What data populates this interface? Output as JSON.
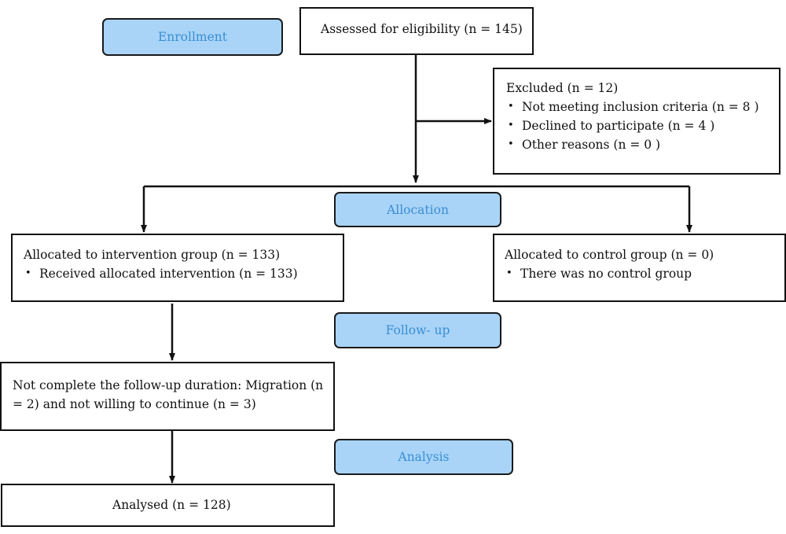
{
  "stages": {
    "enrollment": "Enrollment",
    "allocation": "Allocation",
    "follow_up": "Follow- up",
    "analysis": "Analysis"
  },
  "assessed": "Assessed for eligibility (n = 145)",
  "excluded": {
    "title": "Excluded (n = 12)",
    "items": [
      "Not meeting inclusion criteria (n = 8 )",
      "Declined to participate (n = 4 )",
      "Other reasons (n = 0 )"
    ]
  },
  "intervention": {
    "title": "Allocated to intervention group (n = 133)",
    "items": [
      "Received allocated intervention (n = 133)"
    ]
  },
  "control": {
    "title": "Allocated to control group (n = 0)",
    "items": [
      "There was no control group"
    ]
  },
  "followup_text": "Not complete the follow-up duration: Migration (n = 2) and not willing to continue (n = 3)",
  "analysed": "Analysed (n = 128)",
  "colors": {
    "stage_fill": "#a9d4f7",
    "stage_text": "#3a8ed4",
    "line": "#111111"
  }
}
